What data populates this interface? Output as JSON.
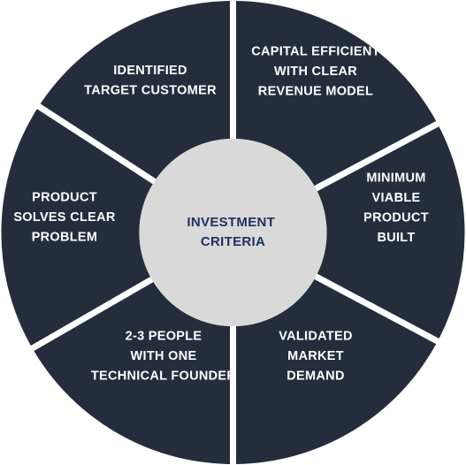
{
  "center": {
    "lines": [
      "INVESTMENT",
      "CRITERIA"
    ]
  },
  "segments": [
    {
      "lines": [
        "CAPITAL EFFICIENT",
        "WITH CLEAR",
        "REVENUE MODEL"
      ]
    },
    {
      "lines": [
        "MINIMUM",
        "VIABLE",
        "PRODUCT",
        "BUILT"
      ]
    },
    {
      "lines": [
        "VALIDATED",
        "MARKET",
        "DEMAND"
      ]
    },
    {
      "lines": [
        "2-3 PEOPLE",
        "WITH ONE",
        "TECHNICAL FOUNDER"
      ]
    },
    {
      "lines": [
        "PRODUCT",
        "SOLVES CLEAR",
        "PROBLEM"
      ]
    },
    {
      "lines": [
        "IDENTIFIED",
        "TARGET CUSTOMER"
      ]
    }
  ],
  "colors": {
    "segment": "#252d3d",
    "segment_text": "#ffffff",
    "hub": "#d9d9d9",
    "hub_text": "#1f3260"
  }
}
